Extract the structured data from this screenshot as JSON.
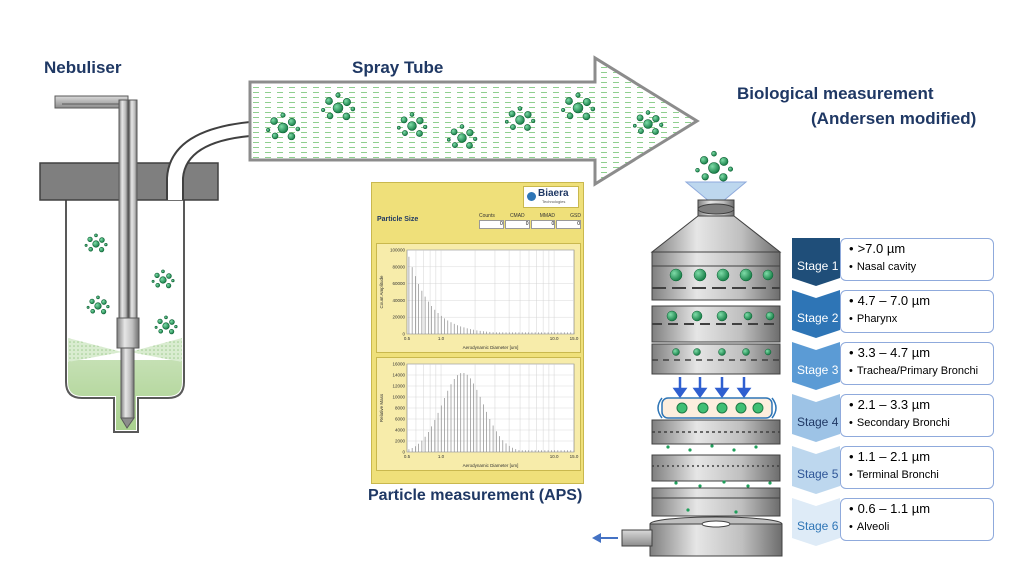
{
  "labels": {
    "nebuliser": "Nebuliser",
    "spray_tube": "Spray Tube",
    "bio_line1": "Biological measurement",
    "bio_line2": "(Andersen modified)",
    "aps": "Particle measurement (APS)"
  },
  "aps_panel": {
    "brand": "Biaera",
    "brand_sub": "Technologies",
    "title": "Particle Size",
    "stat_headers": [
      "Counts",
      "CMAD",
      "MMAD",
      "GSD"
    ],
    "stat_values": [
      "0",
      "0",
      "0",
      "0"
    ],
    "chart_top": {
      "ylabel": "Count Amplitude",
      "xlabel": "Aerodynamic Diameter [um]",
      "yticks": [
        "0",
        "20000",
        "40000",
        "60000",
        "80000",
        "100000"
      ],
      "xticks": [
        "0.5",
        "1.0",
        "10.0",
        "15.0"
      ]
    },
    "chart_bottom": {
      "ylabel": "Relative Mass",
      "xlabel": "Aerodynamic Diameter [um]",
      "yticks": [
        "0",
        "2000",
        "4000",
        "6000",
        "8000",
        "10000",
        "12000",
        "14000",
        "16000"
      ],
      "xticks": [
        "0.5",
        "1.0",
        "10.0",
        "15.0"
      ]
    }
  },
  "stages": [
    {
      "label": "Stage 1",
      "range": ">7.0 µm",
      "region": "Nasal cavity",
      "color": "#1f4e79"
    },
    {
      "label": "Stage 2",
      "range": "4.7 – 7.0 µm",
      "region": "Pharynx",
      "color": "#2e75b6"
    },
    {
      "label": "Stage 3",
      "range": "3.3 – 4.7 µm",
      "region": "Trachea/Primary Bronchi",
      "color": "#5b9bd5"
    },
    {
      "label": "Stage 4",
      "range": "2.1 – 3.3 µm",
      "region": "Secondary Bronchi",
      "color": "#9dc3e6"
    },
    {
      "label": "Stage 5",
      "range": "1.1 – 2.1 µm",
      "region": "Terminal Bronchi",
      "color": "#bdd7ee"
    },
    {
      "label": "Stage 6",
      "range": "0.6 – 1.1 µm",
      "region": "Alveoli",
      "color": "#deebf7"
    }
  ],
  "colors": {
    "title_blue": "#1f3864",
    "particle_green": "#1e9e5a",
    "panel_yellow": "#efe07a",
    "liquid_green": "#a9d18e"
  }
}
